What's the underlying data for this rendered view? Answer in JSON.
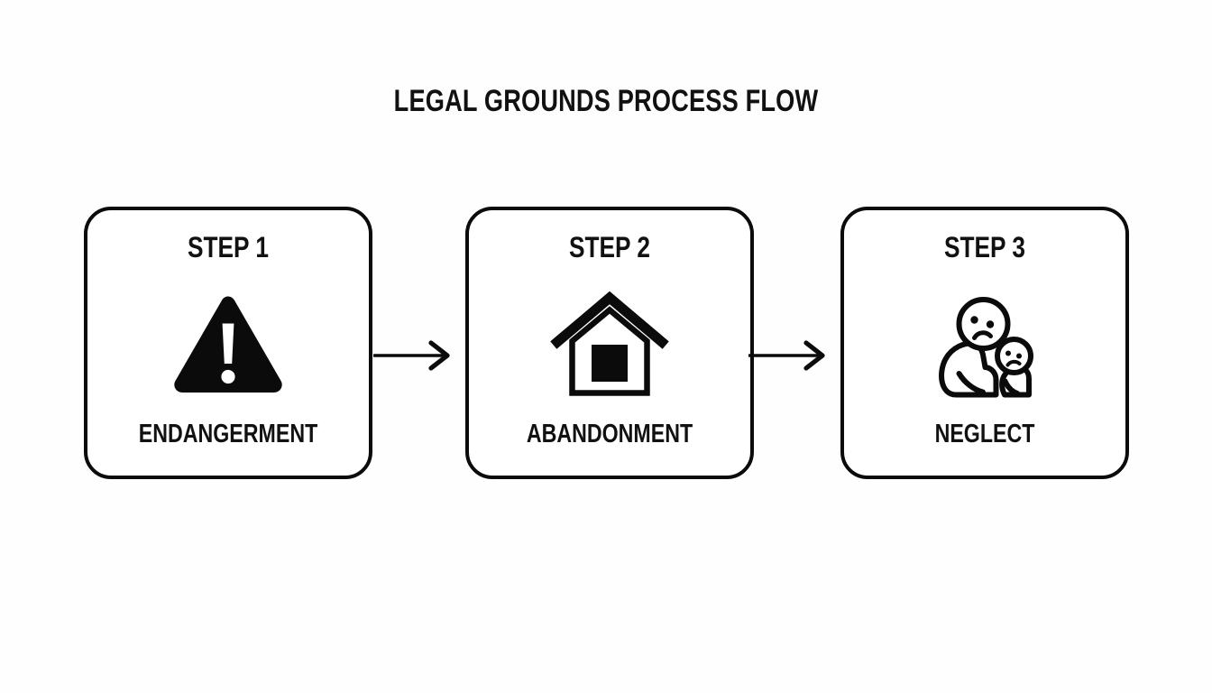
{
  "title": "LEGAL GROUNDS PROCESS FLOW",
  "background_color": "#fdfefd",
  "stroke_color": "#0b0b0b",
  "text_color": "#111111",
  "steps": [
    {
      "step_label": "STEP 1",
      "name_label": "ENDANGERMENT",
      "icon": "warning-triangle-icon"
    },
    {
      "step_label": "STEP 2",
      "name_label": "ABANDONMENT",
      "icon": "house-icon"
    },
    {
      "step_label": "STEP 3",
      "name_label": "NEGLECT",
      "icon": "sad-adult-and-child-icon"
    }
  ],
  "connectors": [
    {
      "name": "arrow-step1-to-step2",
      "direction": "right"
    },
    {
      "name": "arrow-step2-to-step3",
      "direction": "right"
    }
  ]
}
